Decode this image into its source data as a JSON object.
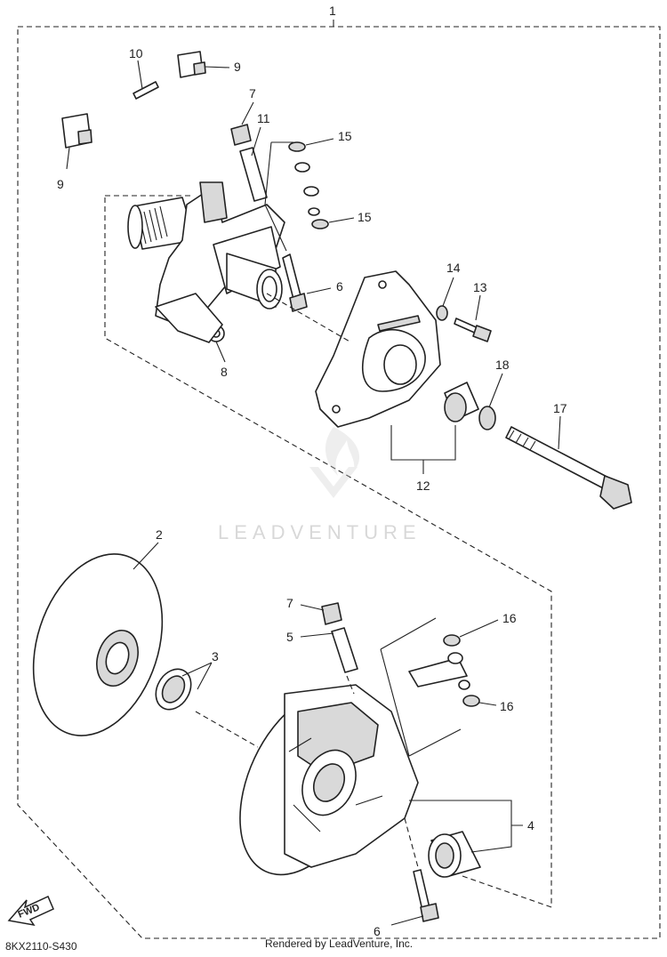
{
  "diagram": {
    "code": "8KX2110-S430",
    "credit": "Rendered by LeadVenture, Inc.",
    "watermark": "LEADVENTURE",
    "fwd_label": "FWD",
    "callouts": {
      "c1": "1",
      "c2": "2",
      "c3": "3",
      "c4": "4",
      "c5": "5",
      "c6a": "6",
      "c6b": "6",
      "c7a": "7",
      "c7b": "7",
      "c8": "8",
      "c9a": "9",
      "c9b": "9",
      "c10": "10",
      "c11": "11",
      "c12": "12",
      "c13": "13",
      "c14": "14",
      "c15a": "15",
      "c15b": "15",
      "c16a": "16",
      "c16b": "16",
      "c17": "17",
      "c18": "18"
    }
  }
}
